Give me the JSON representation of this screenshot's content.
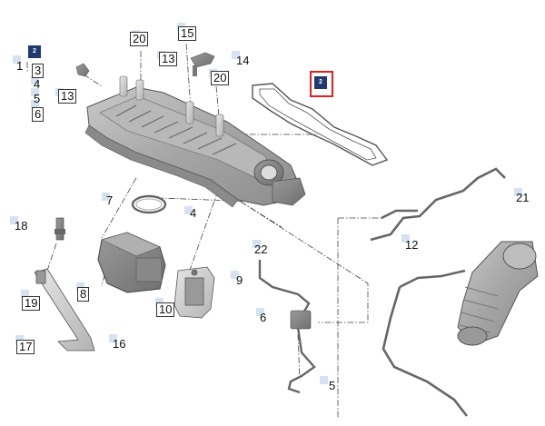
{
  "callouts": {
    "c1": "1",
    "c3": "3",
    "c4a": "4",
    "c5a": "5",
    "c6": "6",
    "c13a": "13",
    "c20a": "20",
    "c15": "15",
    "c13b": "13",
    "c14": "14",
    "c20b": "20",
    "c7": "7",
    "c4b": "4",
    "c18": "18",
    "c19": "19",
    "c8": "8",
    "c9": "9",
    "c10": "10",
    "c22": "22",
    "c6b": "6",
    "c12": "12",
    "c21": "21",
    "c17": "17",
    "c16": "16",
    "c5b": "5"
  },
  "badges": {
    "b_left": "2",
    "b_right": "2"
  },
  "colors": {
    "accent": "#1f3a6e",
    "highlight": "#d22222",
    "marker": "#d6e2f2"
  }
}
